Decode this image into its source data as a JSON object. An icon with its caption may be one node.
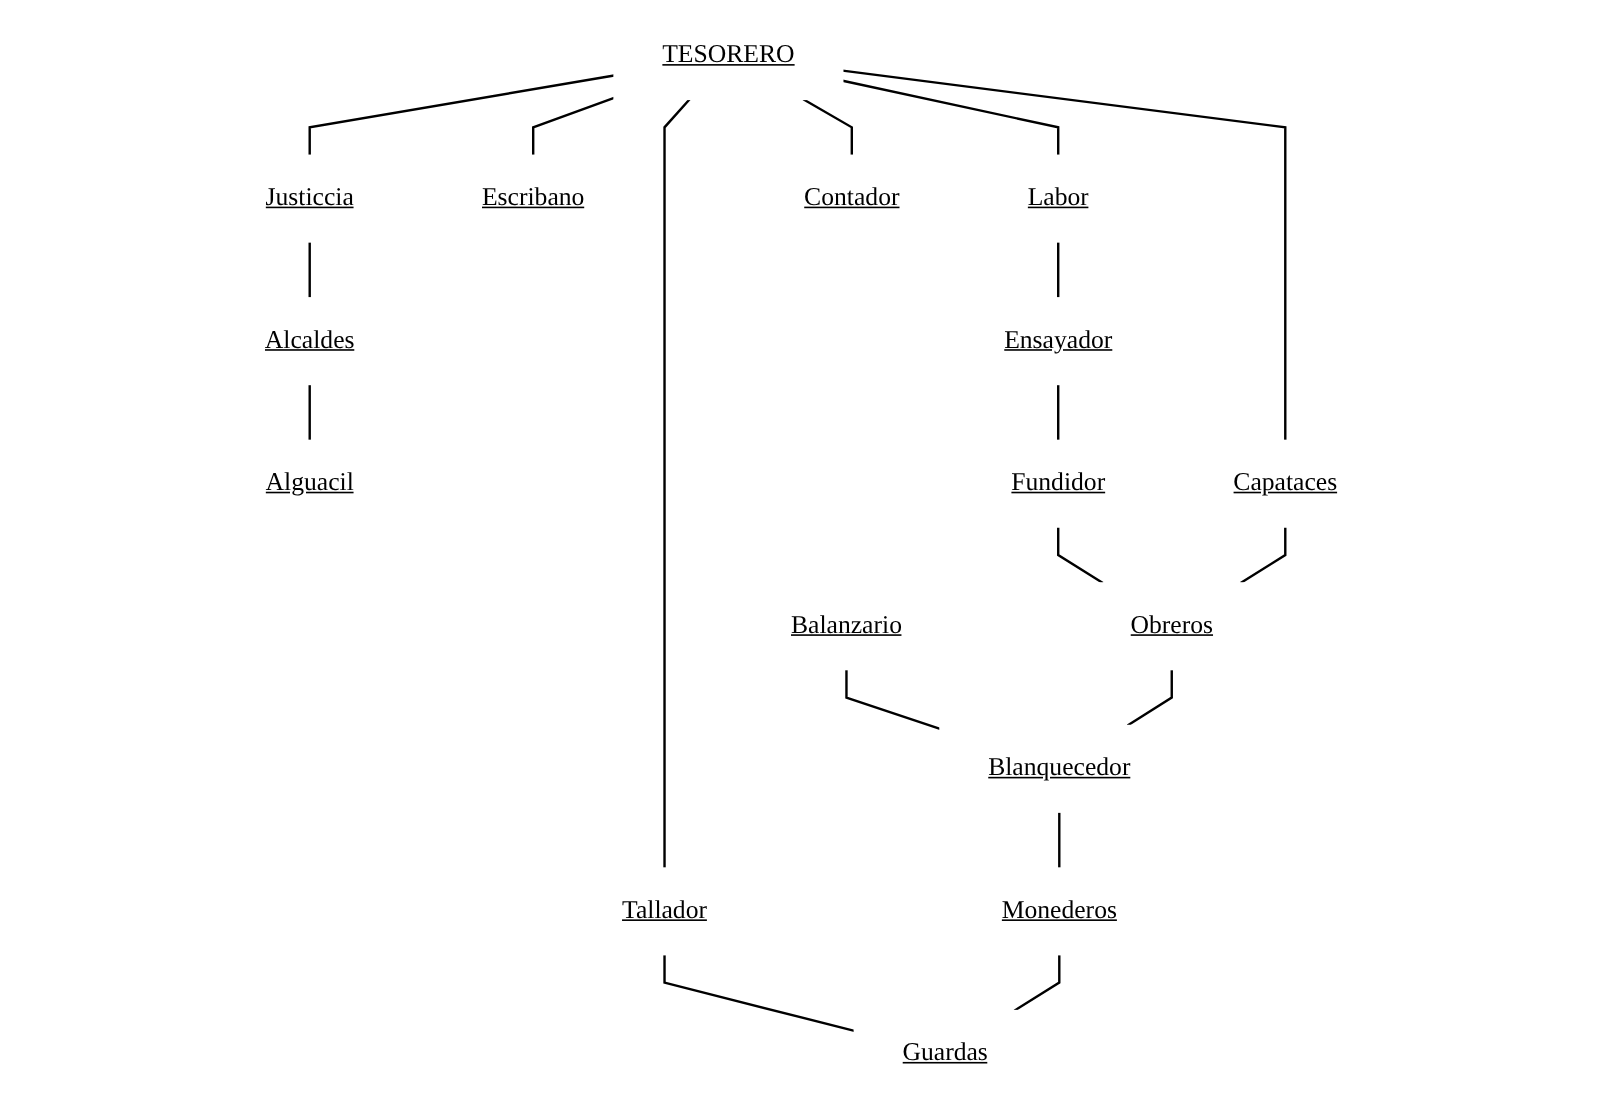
{
  "diagram": {
    "nodes": [
      {
        "text": [
          "TESORERO"
        ]
      },
      {
        "text": [
          "Justiccia"
        ]
      },
      {
        "text": [
          "Alcaldes"
        ]
      },
      {
        "text": [
          "Alguacil"
        ]
      },
      {
        "text": [
          "Escribano"
        ]
      },
      {
        "text": [
          "Tallador"
        ]
      },
      {
        "text": [
          "Labor"
        ]
      },
      {
        "text": [
          "Ensayador"
        ]
      },
      {
        "text": [
          "Fundidor"
        ]
      },
      {
        "text": [
          "Capataces"
        ]
      },
      {
        "text": [
          "Balanzario"
        ]
      },
      {
        "text": [
          "Obreros"
        ]
      },
      {
        "text": [
          "Blanquecedor"
        ]
      },
      {
        "text": [
          "Monederos"
        ]
      },
      {
        "text": [
          "Guardas"
        ]
      },
      {
        "text": [
          "Contador"
        ]
      }
    ],
    "edges": [
      {
        "from": 0,
        "to": 1,
        "arrow": "none"
      },
      {
        "from": 0,
        "to": 4,
        "arrow": "none"
      },
      {
        "from": 0,
        "to": 5,
        "arrow": "none"
      },
      {
        "from": 0,
        "to": 6,
        "arrow": "none"
      },
      {
        "from": 0,
        "to": 9,
        "arrow": "none"
      },
      {
        "from": 0,
        "to": 15,
        "arrow": "none"
      },
      {
        "from": 1,
        "to": 2,
        "arrow": "none"
      },
      {
        "from": 2,
        "to": 3,
        "arrow": "none"
      },
      {
        "from": 6,
        "to": 7,
        "arrow": "none"
      },
      {
        "from": 7,
        "to": 8,
        "arrow": "none"
      },
      {
        "from": 8,
        "to": 11,
        "arrow": "none"
      },
      {
        "from": 9,
        "to": 11,
        "arrow": "none"
      },
      {
        "from": 10,
        "to": 12,
        "arrow": "none"
      },
      {
        "from": 11,
        "to": 12,
        "arrow": "none"
      },
      {
        "from": 12,
        "to": 13,
        "arrow": "none"
      },
      {
        "from": 5,
        "to": 14,
        "arrow": "none"
      },
      {
        "from": 13,
        "to": 14,
        "arrow": "none"
      }
    ]
  }
}
